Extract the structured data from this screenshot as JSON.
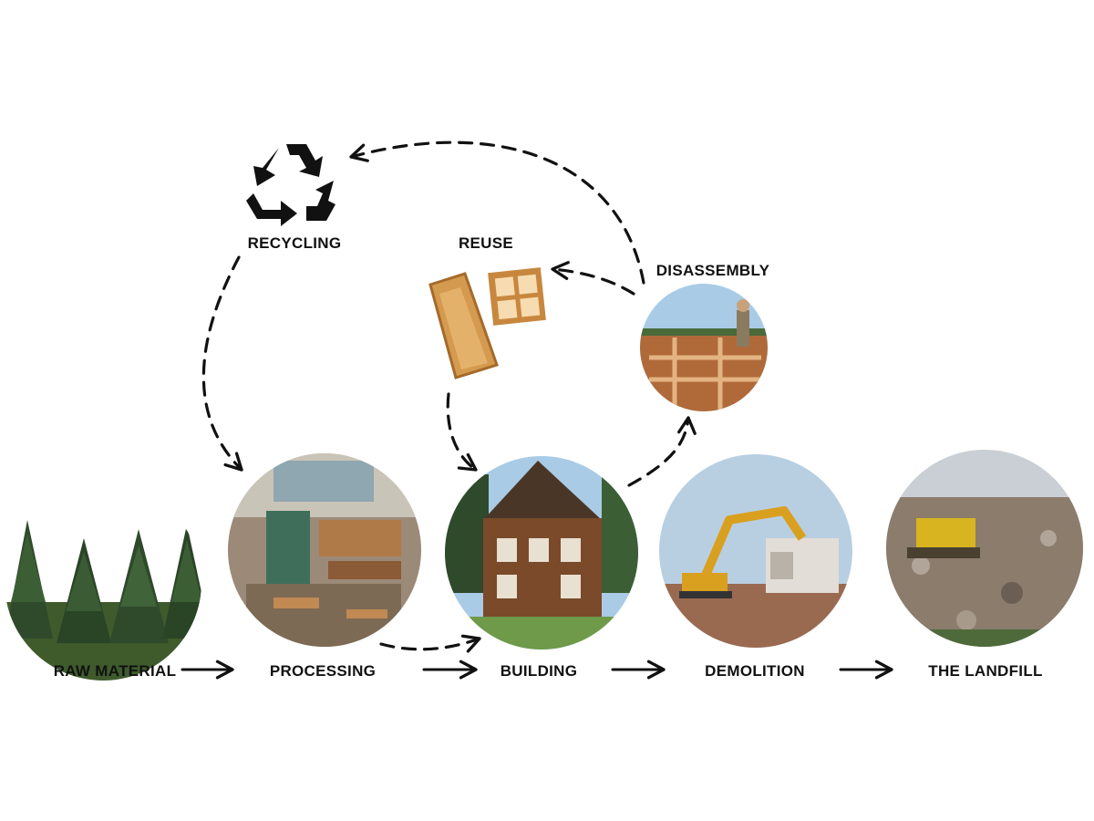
{
  "stages": [
    {
      "id": "raw-material",
      "label": "RAW MATERIAL",
      "icon": "forest-photo"
    },
    {
      "id": "processing",
      "label": "PROCESSING",
      "icon": "sawmill-photo"
    },
    {
      "id": "building",
      "label": "BUILDING",
      "icon": "wooden-house-photo"
    },
    {
      "id": "demolition",
      "label": "DEMOLITION",
      "icon": "excavator-photo"
    },
    {
      "id": "landfill",
      "label": "THE LANDFILL",
      "icon": "landfill-photo"
    }
  ],
  "loops": {
    "recycling": {
      "label": "RECYCLING",
      "icon": "recycle-icon"
    },
    "reuse": {
      "label": "REUSE",
      "icon": "door-window-icon"
    },
    "disassembly": {
      "label": "DISASSEMBLY",
      "icon": "disassembly-photo"
    }
  },
  "colors": {
    "ink": "#111111",
    "wood": "#c8873e",
    "wood_light": "#e3a95c",
    "sky": "#a9cbe6",
    "tree": "#2f4a2b",
    "rubble": "#8b7c6c"
  }
}
